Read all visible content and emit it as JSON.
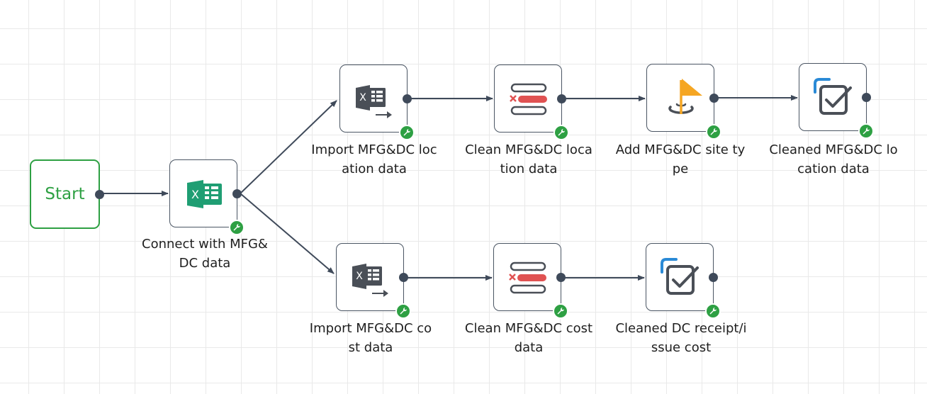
{
  "start": {
    "label": "Start"
  },
  "nodes": {
    "connect": {
      "icon": "excel-icon",
      "line1": "Connect with MFG&",
      "line2": "DC data"
    },
    "import_location": {
      "icon": "excel-import-icon",
      "line1": "Import MFG&DC loc",
      "line2": "ation data"
    },
    "clean_location": {
      "icon": "clean-data-icon",
      "line1": "Clean MFG&DC loca",
      "line2": "tion data"
    },
    "add_site_type": {
      "icon": "flag-location-icon",
      "line1": "Add MFG&DC site ty",
      "line2": "pe"
    },
    "cleaned_location": {
      "icon": "checkbox-output-icon",
      "line1": "Cleaned MFG&DC lo",
      "line2": "cation data"
    },
    "import_cost": {
      "icon": "excel-import-icon",
      "line1": "Import MFG&DC co",
      "line2": "st data"
    },
    "clean_cost": {
      "icon": "clean-data-icon",
      "line1": "Clean MFG&DC cost",
      "line2": "data"
    },
    "cleaned_cost": {
      "icon": "checkbox-output-icon",
      "line1": "Cleaned DC receipt/i",
      "line2": "ssue cost"
    }
  },
  "colors": {
    "start": "#2ea043",
    "badge": "#2ea043",
    "edge": "#3f4a5a",
    "excel": "#1f9e73",
    "clean": "#e05252",
    "flag": "#f5a623",
    "check_accent": "#2a8ad6"
  }
}
